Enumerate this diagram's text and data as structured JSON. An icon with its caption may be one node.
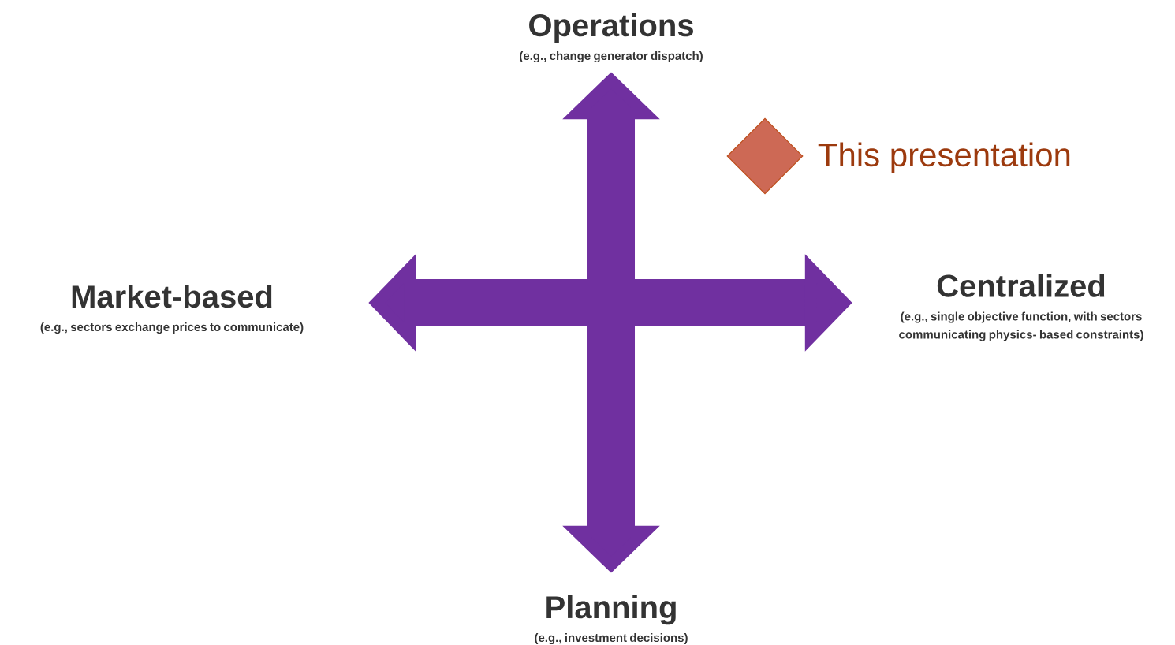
{
  "diagram": {
    "nodes": [
      {
        "text": [
          "Operations",
          "(e.g., change generator dispatch)"
        ]
      },
      {
        "text": [
          "Market-based",
          "(e.g., sectors exchange prices to communicate)"
        ]
      },
      {
        "text": [
          "Centralized",
          "(e.g., single objective function, with sectors communicating physics- based constraints)"
        ]
      },
      {
        "text": [
          "Planning",
          "(e.g., investment decisions)"
        ]
      },
      {
        "text": [],
        "shape": "diamond",
        "beside": [
          "This presentation"
        ]
      }
    ],
    "edges": [
      {
        "from": 3,
        "to": 0,
        "arrow": "both"
      },
      {
        "from": 1,
        "to": 2,
        "arrow": "both"
      }
    ]
  }
}
